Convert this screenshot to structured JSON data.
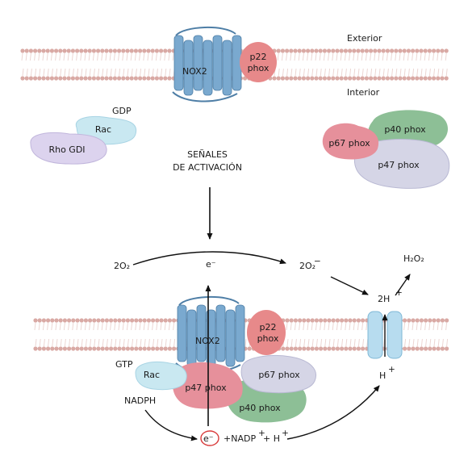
{
  "top": {
    "exterior": "Exterior",
    "interior": "Interior",
    "nox2": "NOX2",
    "p22_line1": "p22",
    "p22_line2": "phox",
    "gdp": "GDP",
    "rac": "Rac",
    "rho_gdi": "Rho GDI",
    "p40": "p40 phox",
    "p67": "p67 phox",
    "p47": "p47 phox"
  },
  "signal": {
    "line1": "SEÑALES",
    "line2": "DE ACTIVACIÓN"
  },
  "reaction": {
    "o2_left": "2O₂",
    "electron": "e⁻",
    "o2_right": "2O₂",
    "o2_right_charge": "−",
    "h2o2": "H₂O₂",
    "two_h": "2H",
    "plus": "+"
  },
  "bottom": {
    "nox2": "NOX2",
    "p22_line1": "p22",
    "p22_line2": "phox",
    "gtp": "GTP",
    "rac": "Rac",
    "p47": "p47 phox",
    "p67": "p67 phox",
    "p40": "p40 phox",
    "nadph": "NADPH",
    "h_plus": "H",
    "e_circle": "e⁻",
    "nadp_products": "+NADP",
    "h_products": "+ H"
  },
  "colors": {
    "membrane_head": "#d9a9a4",
    "membrane_tail": "#ecd6d3",
    "nox2_blue": "#7aa9cf",
    "nox2_dark": "#4e7ea6",
    "p22_red": "#e7898a",
    "rac_light": "#c9e8f1",
    "rho_purple": "#dcd3ee",
    "p40_green": "#8dbf96",
    "p67_pink": "#e6909b",
    "p47_lilac": "#d5d5e6",
    "channel_blue": "#b7dcef",
    "circle_red": "#d93a3a"
  }
}
